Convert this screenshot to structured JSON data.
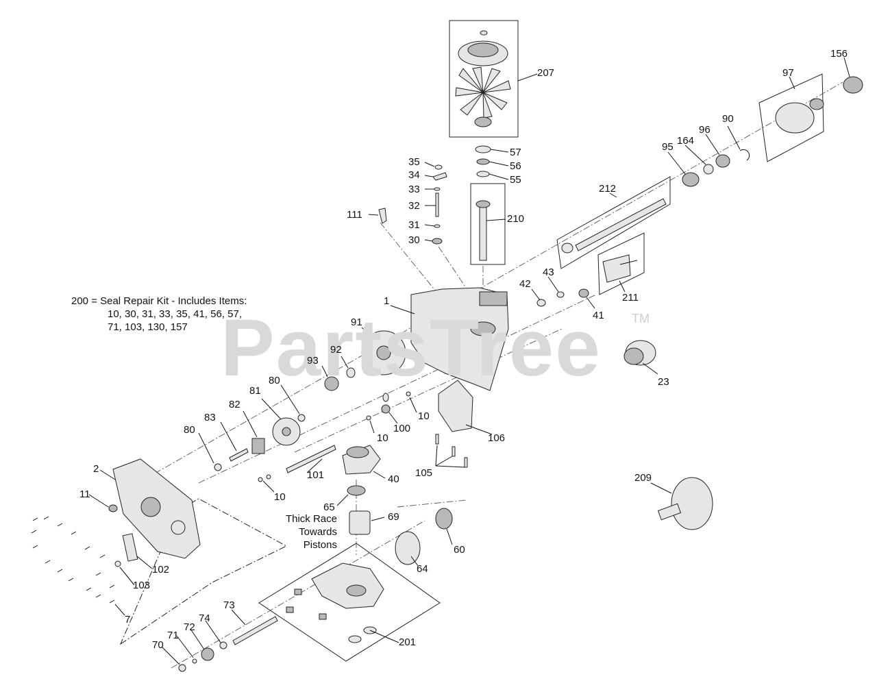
{
  "watermark": {
    "text": "PartsTree",
    "tm": "TM"
  },
  "kit_note": {
    "line1": "200 = Seal Repair Kit - Includes Items:",
    "line2": "10, 30, 31, 33, 35, 41, 56, 57,",
    "line3": "71, 103, 130, 157"
  },
  "thick_race_note": {
    "line1": "Thick Race",
    "line2": "Towards",
    "line3": "Pistons"
  },
  "callouts": {
    "c207": "207",
    "c156": "156",
    "c97": "97",
    "c57": "57",
    "c56": "56",
    "c55": "55",
    "c35": "35",
    "c34": "34",
    "c33": "33",
    "c32": "32",
    "c31": "31",
    "c30": "30",
    "c111": "111",
    "c210": "210",
    "c212": "212",
    "c95": "95",
    "c164": "164",
    "c96": "96",
    "c90": "90",
    "c43": "43",
    "c42": "42",
    "c41": "41",
    "c211": "211",
    "c1": "1",
    "c91": "91",
    "c92": "92",
    "c93": "93",
    "c80a": "80",
    "c81": "81",
    "c82": "82",
    "c83": "83",
    "c80b": "80",
    "c10a": "10",
    "c10b": "10",
    "c10c": "10",
    "c100": "100",
    "c106": "106",
    "c105": "105",
    "c40": "40",
    "c101": "101",
    "c2": "2",
    "c11": "11",
    "c65": "65",
    "c69": "69",
    "c60": "60",
    "c64": "64",
    "c102": "102",
    "c103": "103",
    "c7": "7",
    "c73": "73",
    "c74": "74",
    "c72": "72",
    "c71": "71",
    "c70": "70",
    "c201": "201",
    "c23": "23",
    "c209": "209"
  }
}
